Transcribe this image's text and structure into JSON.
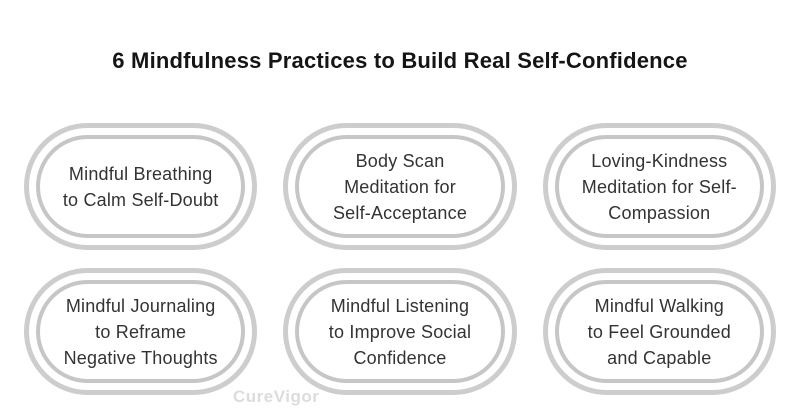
{
  "title": "6 Mindfulness Practices to Build Real Self-Confidence",
  "watermark": "CureVigor",
  "colors": {
    "background": "#ffffff",
    "title_text": "#151515",
    "pill_text": "#333333",
    "outer_ring": "#cdcdcd",
    "inner_ring": "#c6c6c6",
    "watermark_text": "#dcdcdc"
  },
  "pills": [
    {
      "label": "Mindful Breathing to Calm Self-Doubt",
      "lines": [
        "Mindful Breathing",
        "to Calm Self-Doubt"
      ]
    },
    {
      "label": "Body Scan Meditation for Self-Acceptance",
      "lines": [
        "Body Scan",
        "Meditation for",
        "Self-Acceptance"
      ]
    },
    {
      "label": "Loving-Kindness Meditation for Self-Compassion",
      "lines": [
        "Loving-Kindness",
        "Meditation for Self-",
        "Compassion"
      ]
    },
    {
      "label": "Mindful Journaling to Reframe Negative Thoughts",
      "lines": [
        "Mindful Journaling",
        "to Reframe",
        "Negative Thoughts"
      ]
    },
    {
      "label": "Mindful Listening to Improve Social Confidence",
      "lines": [
        "Mindful Listening",
        "to Improve Social",
        "Confidence"
      ]
    },
    {
      "label": "Mindful Walking to Feel Grounded and Capable",
      "lines": [
        "Mindful Walking",
        "to Feel Grounded",
        "and Capable"
      ]
    }
  ]
}
